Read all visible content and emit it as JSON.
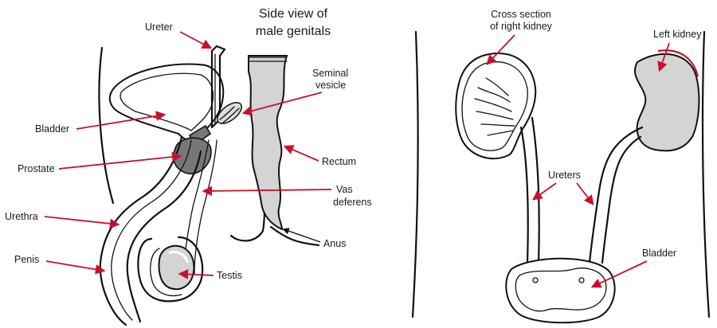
{
  "colors": {
    "arrow": "#c8102e",
    "organ_fill": "#d4d4d4",
    "dark_fill": "#777777",
    "outline": "#111111"
  },
  "left_panel": {
    "title_line1": "Side view of",
    "title_line2": "male genitals",
    "labels": {
      "ureter": "Ureter",
      "seminal_line1": "Seminal",
      "seminal_line2": "vesicle",
      "bladder": "Bladder",
      "prostate": "Prostate",
      "rectum": "Rectum",
      "vas_line1": "Vas",
      "vas_line2": "deferens",
      "urethra": "Urethra",
      "anus": "Anus",
      "penis": "Penis",
      "testis": "Testis"
    }
  },
  "right_panel": {
    "labels": {
      "cross_line1": "Cross section",
      "cross_line2": "of right kidney",
      "left_kidney": "Left kidney",
      "ureters": "Ureters",
      "bladder": "Bladder"
    }
  }
}
